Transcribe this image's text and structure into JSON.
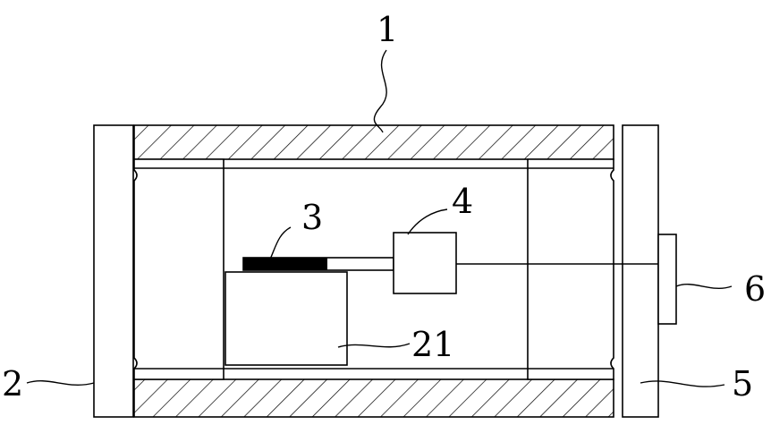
{
  "figure": {
    "labels": {
      "housing": "1",
      "left_end_plate": "2",
      "strip": "3",
      "block": "4",
      "right_end_plate": "5",
      "connector": "6",
      "base_block": "21"
    }
  }
}
